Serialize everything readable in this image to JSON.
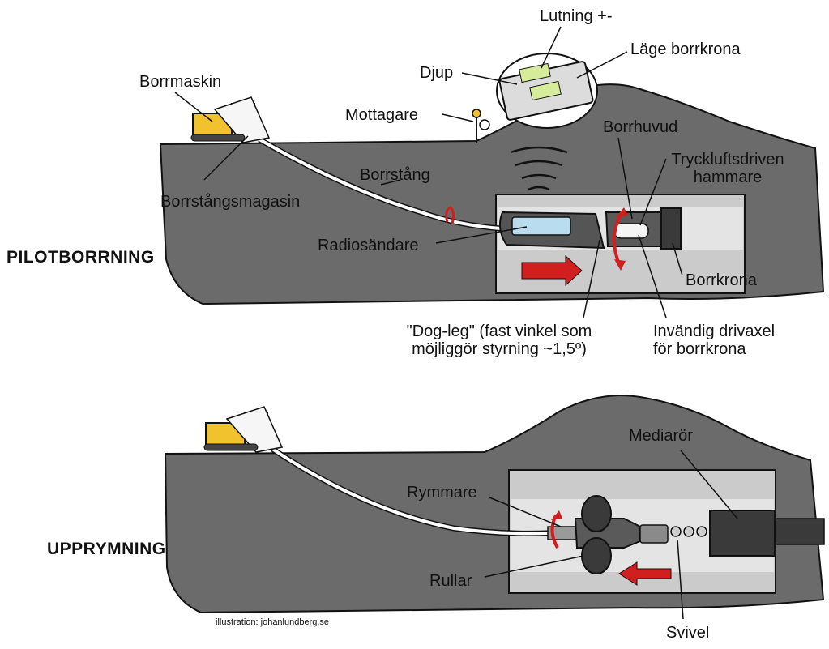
{
  "colors": {
    "ground": "#6b6b6b",
    "tunnel": "#cbcbcb",
    "machine": "#f2c12e",
    "arrow": "#d11f1f",
    "ink": "#111111"
  },
  "sections": {
    "pilot": "PILOTBORRNING",
    "ream": "UPPRYMNING"
  },
  "labels": {
    "borrmaskin": "Borrmaskin",
    "borrstangsmagasin": "Borrstångsmagasin",
    "borrstang": "Borrstång",
    "radiosandare": "Radiosändare",
    "mottagare": "Mottagare",
    "djup": "Djup",
    "lutning": "Lutning +-",
    "lage_borrkrona": "Läge borrkrona",
    "borrhuvud": "Borrhuvud",
    "tryckluft_1": "Tryckluftsdriven",
    "tryckluft_2": "hammare",
    "borrkrona": "Borrkrona",
    "dogleg_1": "\"Dog-leg\" (fast vinkel som",
    "dogleg_2": "möjliggör styrning ~1,5º)",
    "drivaxel_1": "Invändig drivaxel",
    "drivaxel_2": "för borrkrona",
    "mediaror": "Mediarör",
    "rymmare": "Rymmare",
    "rullar": "Rullar",
    "svivel": "Svivel"
  },
  "credit": "illustration: johanlundberg.se"
}
